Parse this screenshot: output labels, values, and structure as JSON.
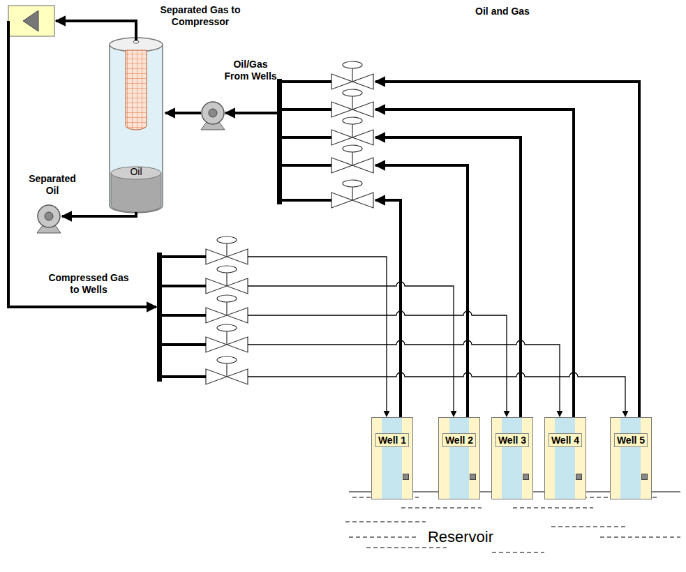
{
  "diagram": {
    "nodes": [
      {
        "text": [
          "Oil"
        ]
      },
      {
        "text": [
          "Well 1"
        ]
      },
      {
        "text": [
          "Well 2"
        ]
      },
      {
        "text": [
          "Well 3"
        ]
      },
      {
        "text": [
          "Well 4"
        ]
      },
      {
        "text": [
          "Well 5"
        ]
      }
    ],
    "labels": [
      "Separated Gas to Compressor",
      "Oil/Gas From Wells",
      "Oil and Gas",
      "Separated Oil",
      "Compressed Gas to Wells",
      "Reservoir"
    ]
  }
}
